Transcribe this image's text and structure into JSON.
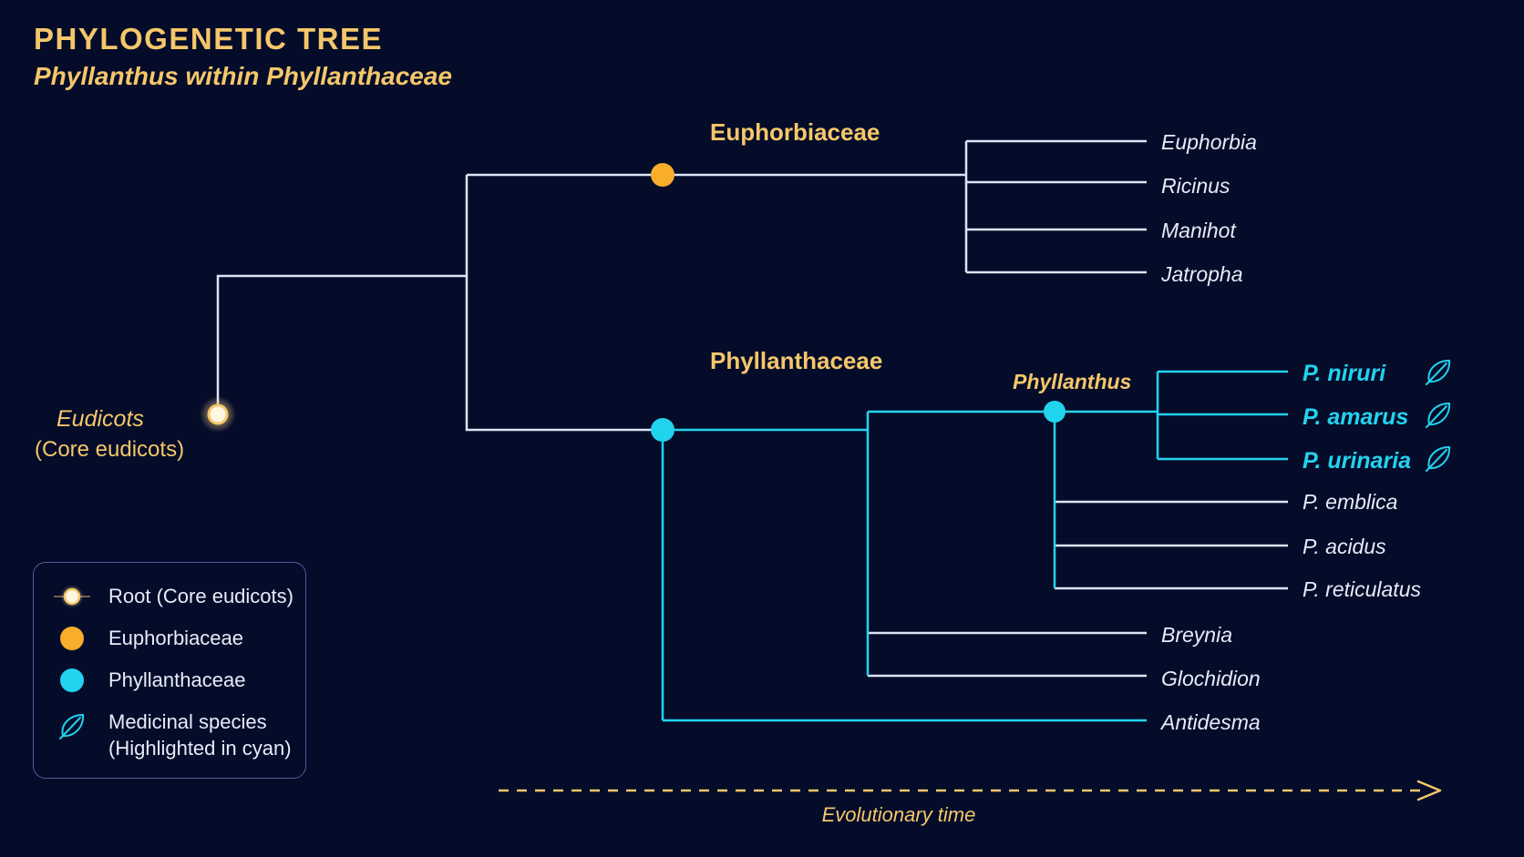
{
  "header": {
    "title": "PHYLOGENETIC TREE",
    "subtitle": "Phyllanthus within Phyllanthaceae"
  },
  "colors": {
    "background": "#040c2a",
    "gold": "#f5c76a",
    "orange": "#f8ad2b",
    "cyan": "#22d3ee",
    "white_branch": "#dde4f5"
  },
  "tree": {
    "root": {
      "label": "Eudicots",
      "sublabel": "(Core eudicots)"
    },
    "clades": {
      "euphorbiaceae": "Euphorbiaceae",
      "phyllanthaceae": "Phyllanthaceae",
      "phyllanthus": "Phyllanthus"
    },
    "euphorbiaceae_taxa": [
      {
        "name": "Euphorbia"
      },
      {
        "name": "Ricinus"
      },
      {
        "name": "Manihot"
      },
      {
        "name": "Jatropha"
      }
    ],
    "medicinal_taxa": [
      {
        "name": "P. niruri",
        "icon": "leaf-icon"
      },
      {
        "name": "P. amarus",
        "icon": "leaf-icon"
      },
      {
        "name": "P. urinaria",
        "icon": "leaf-icon"
      }
    ],
    "phyllanthus_taxa": [
      {
        "name": "P. emblica"
      },
      {
        "name": "P. acidus"
      },
      {
        "name": "P. reticulatus"
      }
    ],
    "other_taxa": [
      {
        "name": "Breynia"
      },
      {
        "name": "Glochidion"
      },
      {
        "name": "Antidesma"
      }
    ]
  },
  "time_axis": {
    "label": "Evolutionary time"
  },
  "legend": {
    "root": "Root (Core eudicots)",
    "euphorbiaceae": "Euphorbiaceae",
    "phyllanthaceae": "Phyllanthaceae",
    "medicinal_line1": "Medicinal species",
    "medicinal_line2": "(Highlighted in cyan)"
  }
}
